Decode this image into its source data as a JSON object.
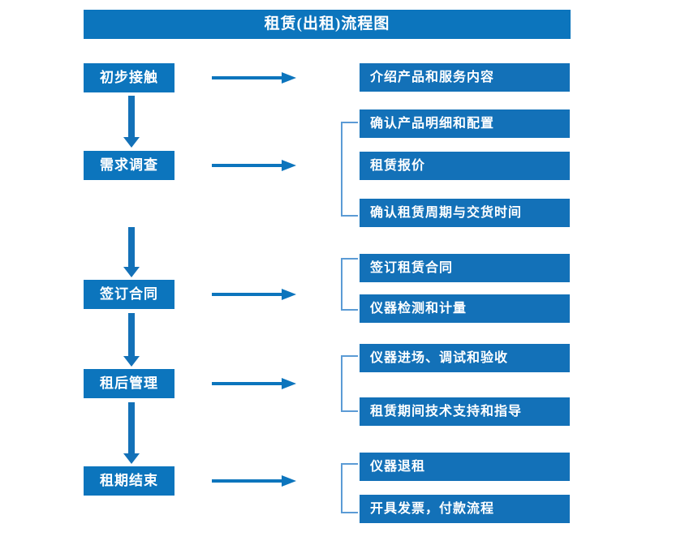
{
  "diagram": {
    "title": "租赁(出租)流程图",
    "accent_color": "#0c75bd",
    "box_color": "#1371b8",
    "bracket_color": "#5b9bd5",
    "text_color": "#ffffff"
  },
  "stages": [
    {
      "label": "初步接触"
    },
    {
      "label": "需求调查"
    },
    {
      "label": "签订合同"
    },
    {
      "label": "租后管理"
    },
    {
      "label": "租期结束"
    }
  ],
  "details": {
    "group1": [
      {
        "label": "介绍产品和服务内容"
      }
    ],
    "group2": [
      {
        "label": "确认产品明细和配置"
      },
      {
        "label": "租赁报价"
      },
      {
        "label": "确认租赁周期与交货时间"
      }
    ],
    "group3": [
      {
        "label": "签订租赁合同"
      },
      {
        "label": "仪器检测和计量"
      }
    ],
    "group4": [
      {
        "label": "仪器进场、调试和验收"
      },
      {
        "label": "租赁期间技术支持和指导"
      }
    ],
    "group5": [
      {
        "label": "仪器退租"
      },
      {
        "label": "开具发票，付款流程"
      }
    ]
  }
}
